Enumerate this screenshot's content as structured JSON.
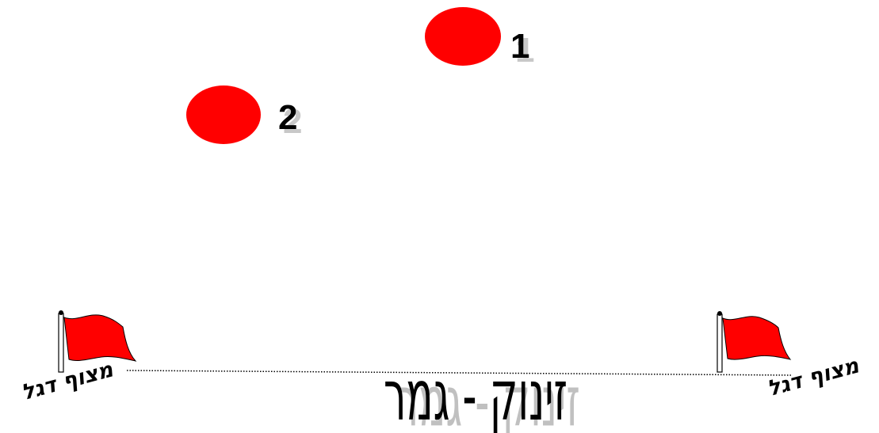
{
  "markers": [
    {
      "number": "1",
      "color": "#ff0000"
    },
    {
      "number": "2",
      "color": "#ff0000"
    }
  ],
  "flags": {
    "color": "#ff0000",
    "left_label": "מצוף דגל",
    "right_label": "מצוף דגל"
  },
  "line": {
    "label": "זינוק - גמר",
    "style": "dotted"
  },
  "colors": {
    "text": "#000000",
    "shadow": "#c0c0c0",
    "background": "#ffffff"
  }
}
